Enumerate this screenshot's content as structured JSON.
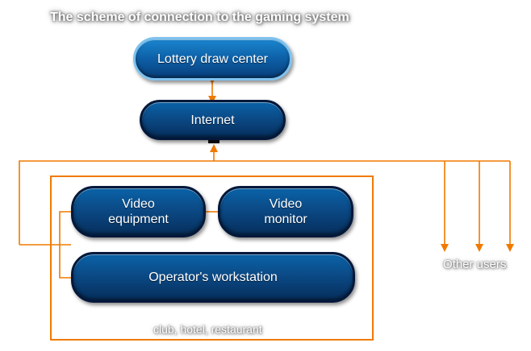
{
  "title": "The scheme of connection to the gaming system",
  "nodes": {
    "lottery": "Lottery draw center",
    "internet": "Internet",
    "video_equipment": "Video\nequipment",
    "video_monitor": "Video\nmonitor",
    "operator": "Operator's workstation"
  },
  "labels": {
    "venue": "club, hotel, restaurant",
    "other_users": "Other users"
  },
  "colors": {
    "connector": "#f07a00",
    "node_fill": "#0b4a86",
    "node_border": "#03183a",
    "highlight_border": "#7ec2ee"
  }
}
